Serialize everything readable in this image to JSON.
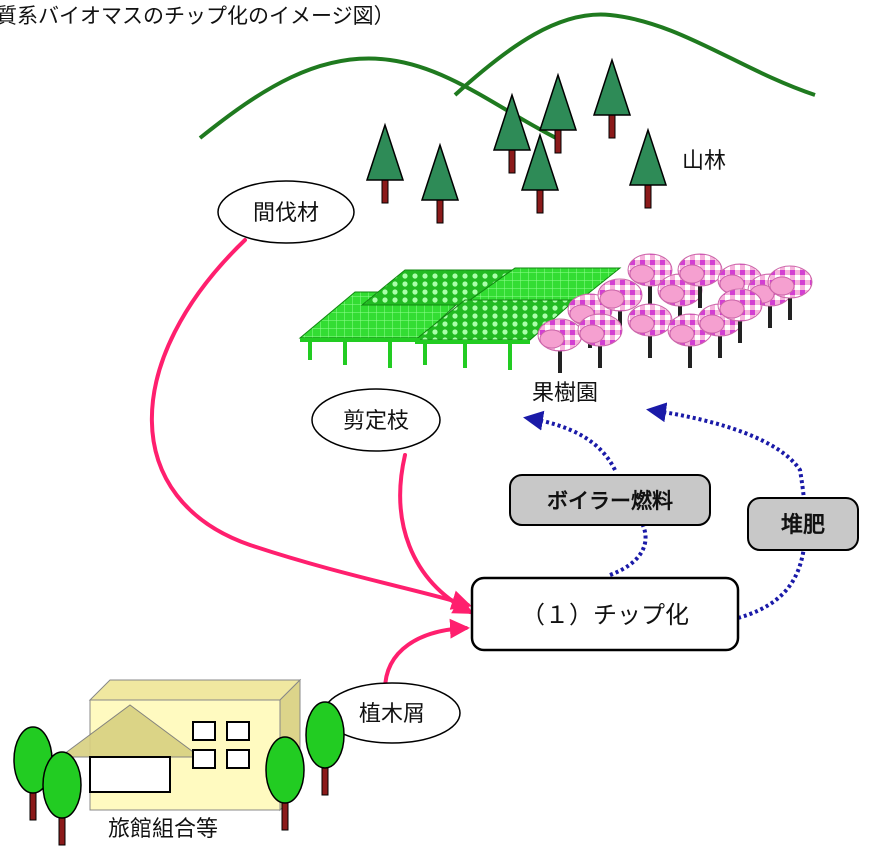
{
  "title": "質系バイオマスのチップ化のイメージ図）",
  "labels": {
    "mountain": "山林",
    "thinning": "間伐材",
    "orchard": "果樹園",
    "pruning": "剪定枝",
    "chipping": "（１）チップ化",
    "boiler_fuel": "ボイラー燃料",
    "compost": "堆肥",
    "garden_waste": "植木屑",
    "inn_union": "旅館組合等"
  },
  "colors": {
    "mountain_line": "#1f7a1f",
    "tree": "#2e8b57",
    "trunk": "#8b1a1a",
    "arrow_solid": "#ff1f6e",
    "arrow_dotted": "#1a1aa8",
    "greenhouse": "#22cc22",
    "blossom": "#f5a0d0",
    "blossom_check": "#cc33cc",
    "label_box": "#c8c8c8",
    "building": "#fffac0",
    "round_tree": "#22cc22"
  }
}
